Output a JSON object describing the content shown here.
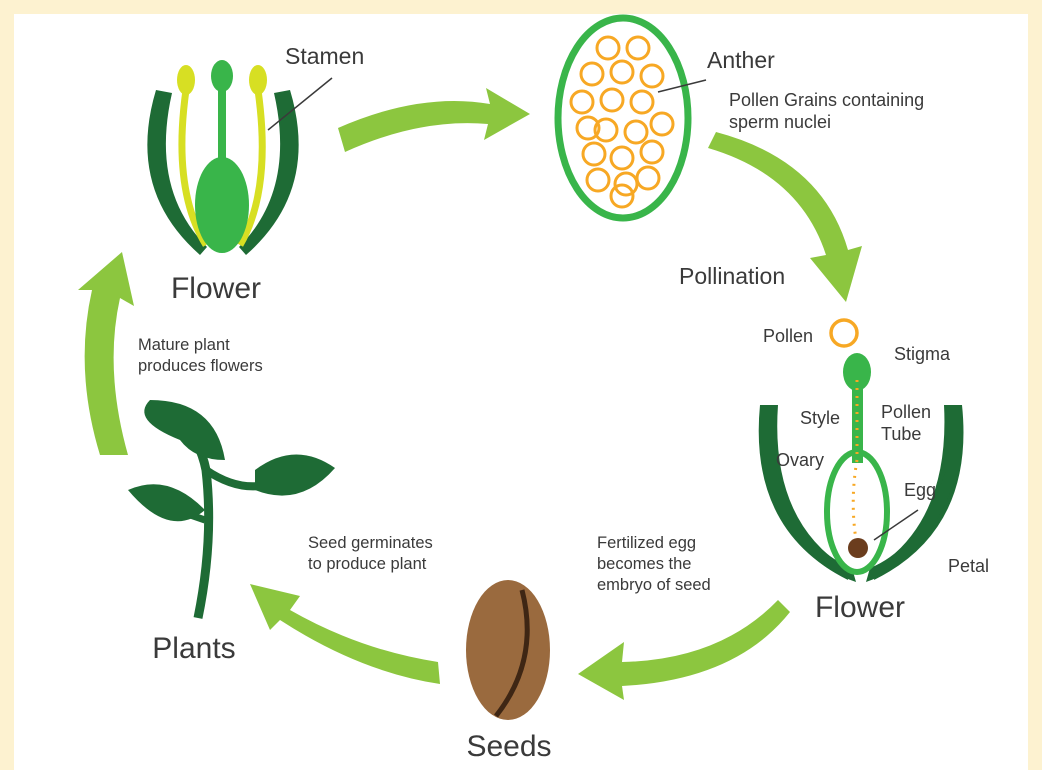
{
  "stages": {
    "flower_top": "Flower",
    "flower_right": "Flower",
    "seeds": "Seeds",
    "plants": "Plants"
  },
  "parts": {
    "stamen": "Stamen",
    "anther": "Anther",
    "pollen_grains_line1": "Pollen Grains containing",
    "pollen_grains_line2": "sperm nuclei",
    "pollen": "Pollen",
    "stigma": "Stigma",
    "style": "Style",
    "pollen_tube_line1": "Pollen",
    "pollen_tube_line2": "Tube",
    "ovary": "Ovary",
    "egg": "Egg",
    "petal": "Petal"
  },
  "steps": {
    "pollination": "Pollination",
    "fertilized_line1": "Fertilized egg",
    "fertilized_line2": "becomes the",
    "fertilized_line3": "embryo of seed",
    "germinates_line1": "Seed germinates",
    "germinates_line2": "to produce plant",
    "mature_line1": "Mature plant",
    "mature_line2": "produces flowers"
  },
  "colors": {
    "arrow": "#8cc63f",
    "dark_green": "#1e6b35",
    "mid_green": "#39b54a",
    "light_green": "#d7df23",
    "pollen_orange": "#f7a824",
    "seed_brown": "#9a6a3e"
  }
}
